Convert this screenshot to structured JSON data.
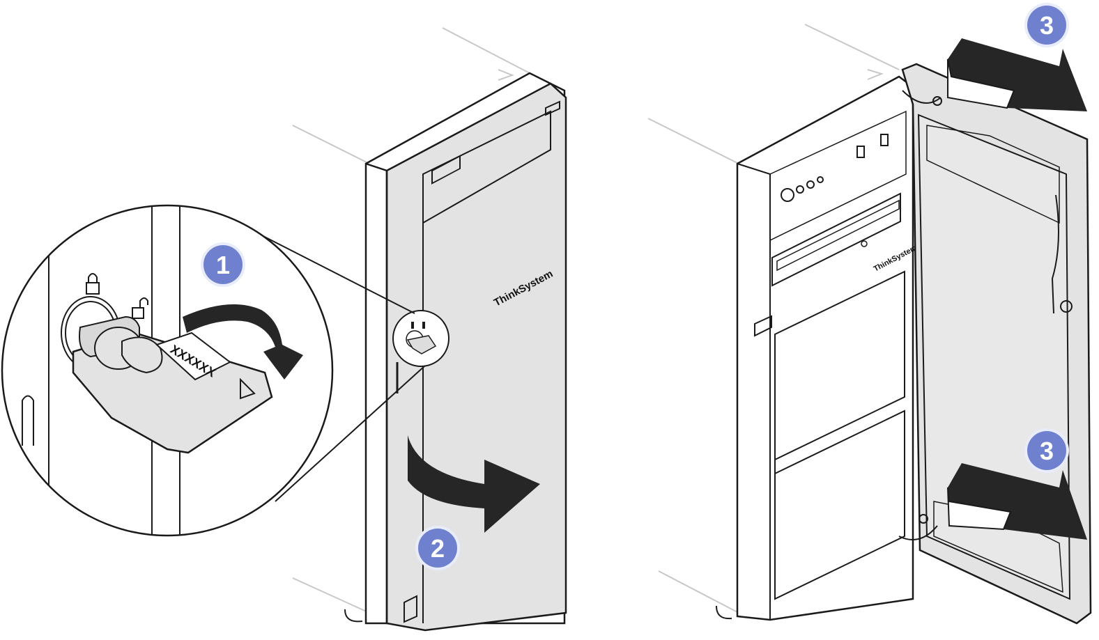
{
  "callouts": {
    "step1": "1",
    "step2": "2",
    "step3_top": "3",
    "step3_bottom": "3"
  },
  "key_tag_label": "XXXXXX",
  "brand_logo_left": "ThinkSystem",
  "brand_logo_right": "ThinkSystem",
  "colors": {
    "callout_fill": "#6f80cf",
    "callout_ring": "#e8ecfb",
    "panel_fill": "#e3e3e3",
    "line": "#1a1a1a",
    "arrow_fill": "#262626",
    "ghost_line": "#c8c8c8"
  },
  "icons": [
    "lock-closed-icon",
    "lock-open-icon",
    "usb-icon",
    "power-icon"
  ]
}
